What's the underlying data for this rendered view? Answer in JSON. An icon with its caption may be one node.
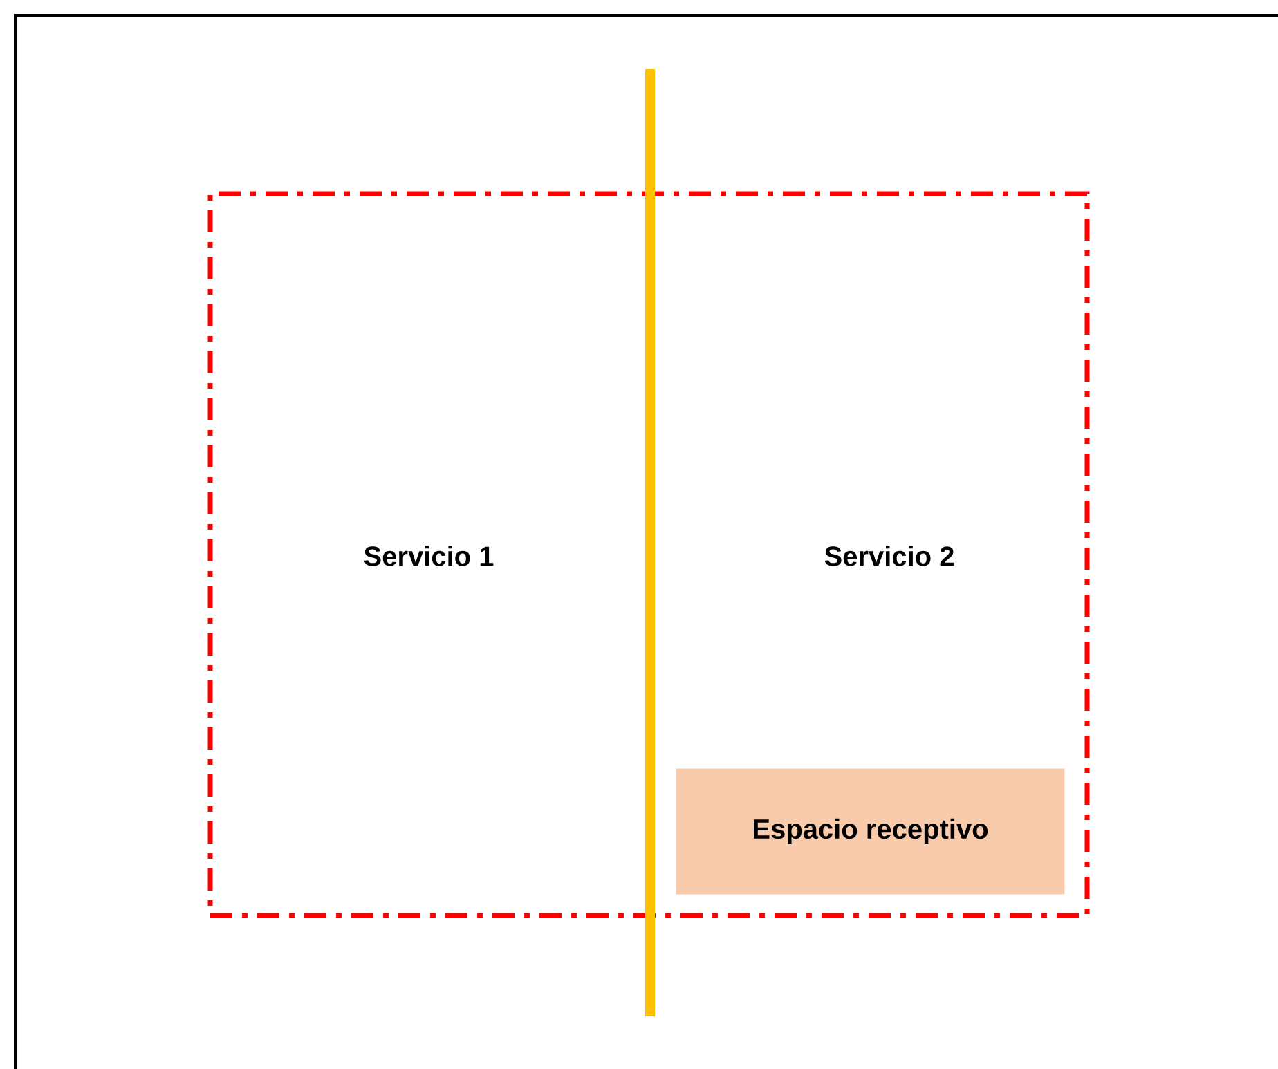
{
  "diagram": {
    "nodes": [
      {
        "text": [
          "Servicio 1",
          "Servicio 2"
        ]
      },
      {
        "text": [
          "Espacio receptivo"
        ],
        "in": 0
      }
    ]
  }
}
